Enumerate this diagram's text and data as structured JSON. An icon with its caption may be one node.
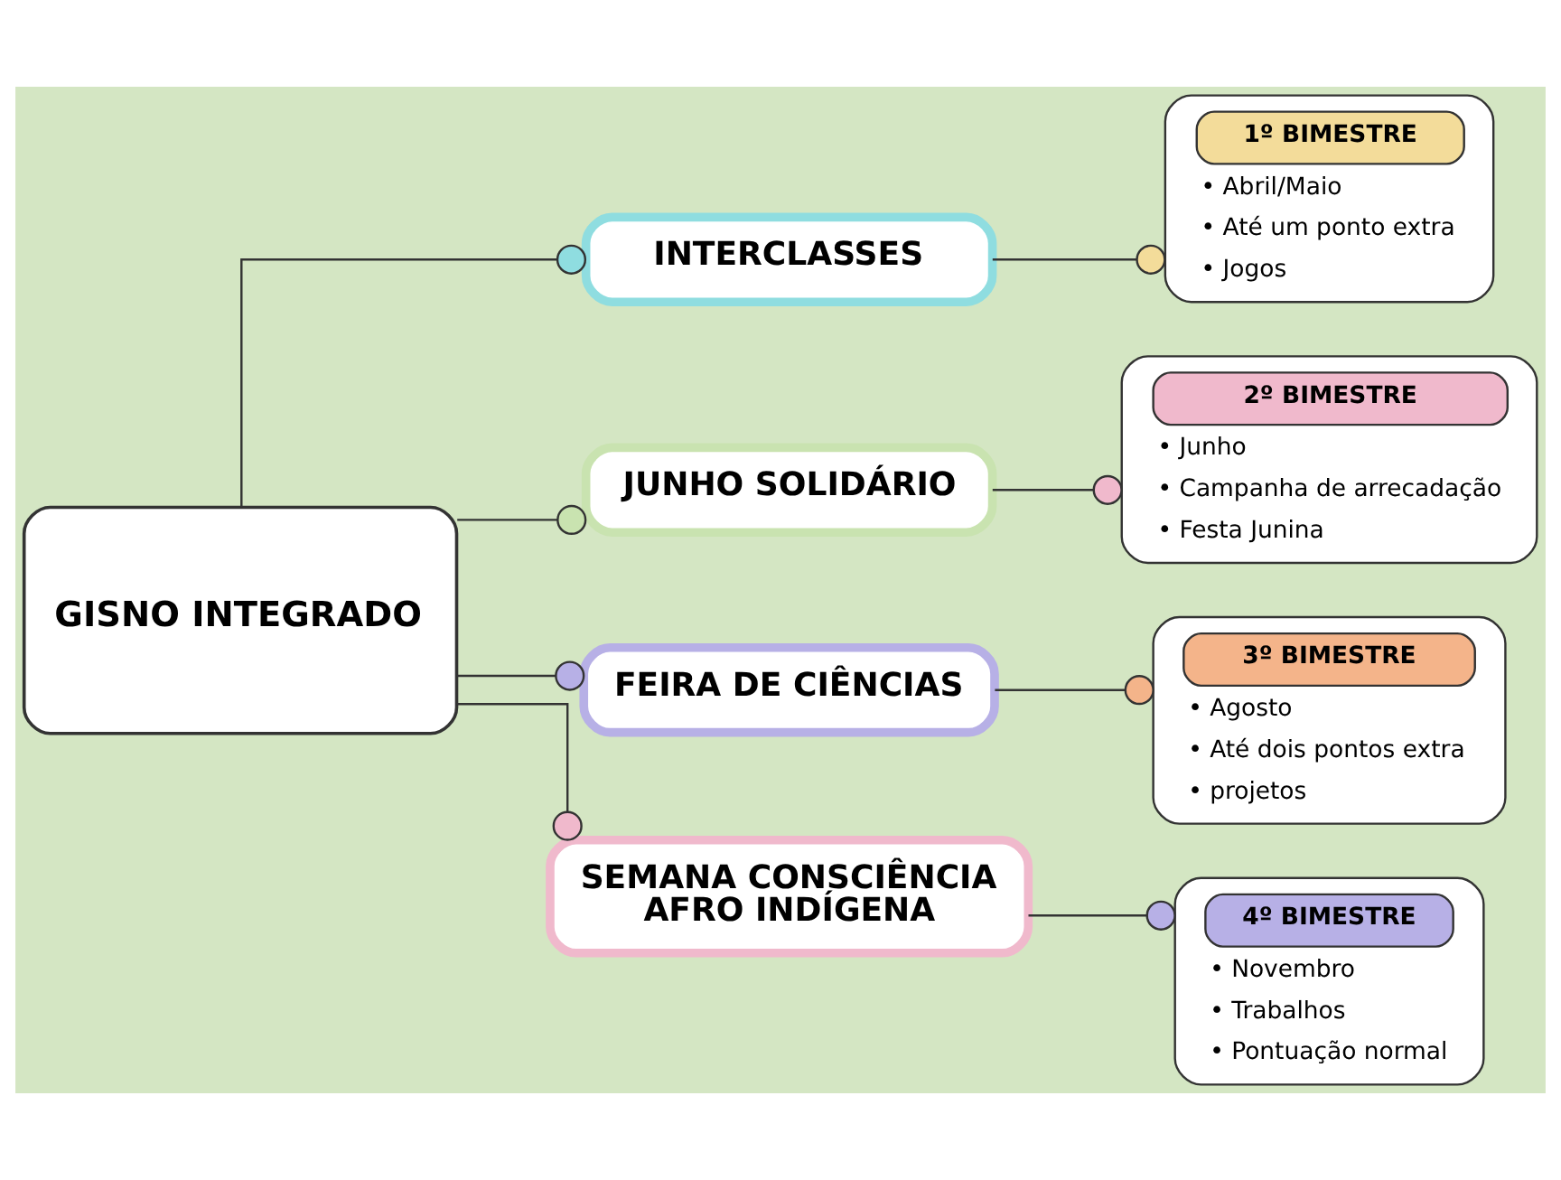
{
  "diagram": {
    "nodes": [
      {
        "text": [
          "GISNO INTEGRADO"
        ]
      },
      {
        "text": [
          "INTERCLASSES"
        ]
      },
      {
        "text": [
          "1º BIMESTRE",
          "• Abril/Maio",
          "• Até um ponto extra",
          "• Jogos"
        ]
      },
      {
        "text": [
          "JUNHO SOLIDÁRIO"
        ]
      },
      {
        "text": [
          "2º BIMESTRE",
          "• Junho",
          "• Campanha de arrecadação",
          "• Festa Junina"
        ]
      },
      {
        "text": [
          "FEIRA DE CIÊNCIAS"
        ]
      },
      {
        "text": [
          "3º BIMESTRE",
          "• Agosto",
          "• Até dois pontos extra",
          "• projetos"
        ]
      },
      {
        "text": [
          "SEMANA CONSCIÊNCIA AFRO INDÍGENA"
        ]
      },
      {
        "text": [
          "4º BIMESTRE",
          "• Novembro",
          "• Trabalhos",
          "• Pontuação normal"
        ]
      }
    ],
    "edges": [
      {
        "from": 0,
        "to": 1,
        "arrow": "other"
      },
      {
        "from": 0,
        "to": 3,
        "arrow": "other"
      },
      {
        "from": 0,
        "to": 5,
        "arrow": "other"
      },
      {
        "from": 0,
        "to": 7,
        "arrow": "other"
      },
      {
        "from": 1,
        "to": 2,
        "arrow": "other"
      },
      {
        "from": 3,
        "to": 4,
        "arrow": "other"
      },
      {
        "from": 5,
        "to": 6,
        "arrow": "other"
      },
      {
        "from": 7,
        "to": 8,
        "arrow": "other"
      }
    ]
  }
}
